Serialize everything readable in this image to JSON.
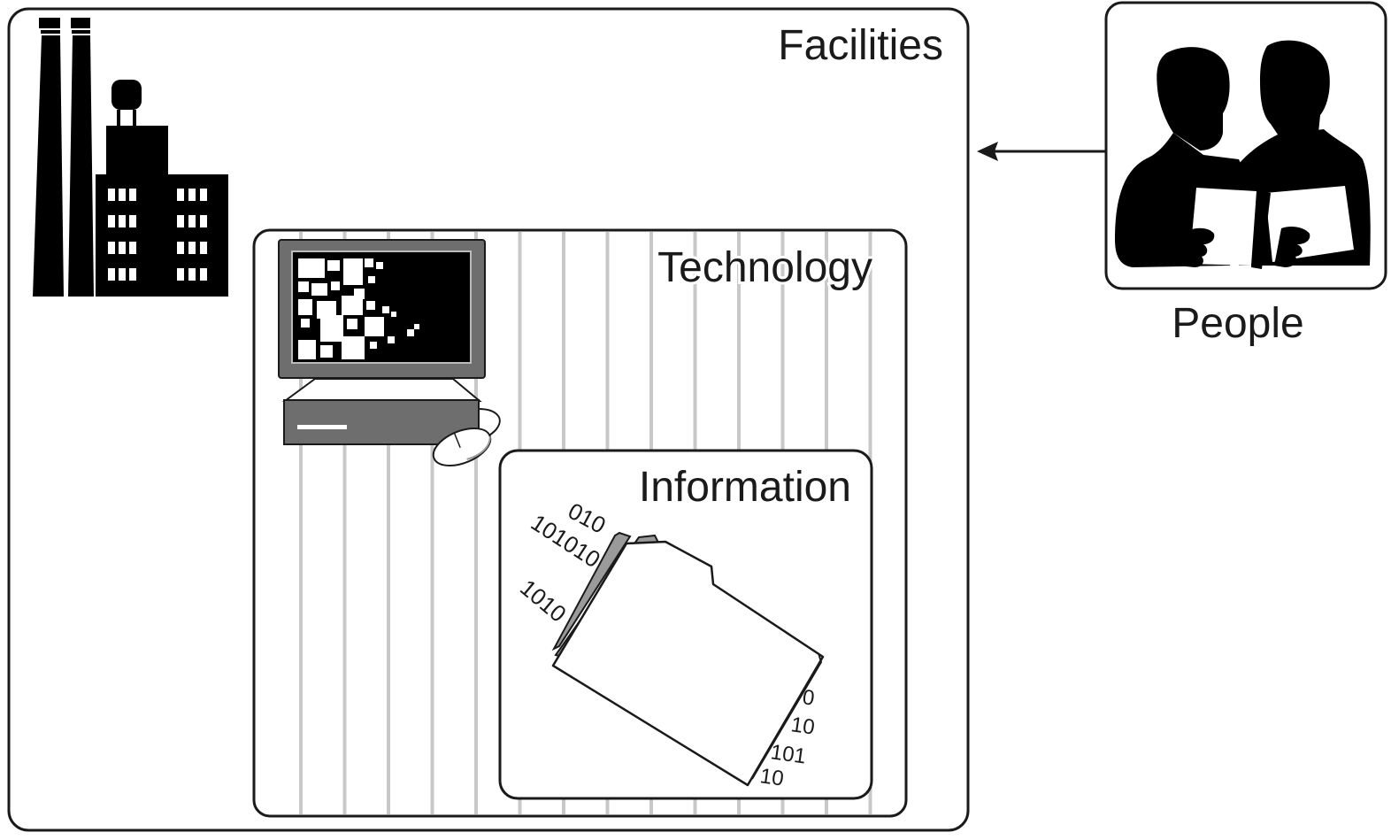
{
  "diagram": {
    "facilities": {
      "label": "Facilities",
      "icon": "factory-icon"
    },
    "technology": {
      "label": "Technology",
      "icon": "desktop-computer-icon"
    },
    "information": {
      "label": "Information",
      "icon": "folder-icon",
      "binary_top": [
        "010",
        "101010",
        "1010"
      ],
      "binary_bottom": [
        "0",
        "10",
        "101",
        "10"
      ]
    },
    "people": {
      "label": "People",
      "icon": "people-icon"
    },
    "arrow": {
      "from": "people",
      "to": "facilities"
    }
  },
  "colors": {
    "stroke": "#1a1a1a",
    "fill": "#000000",
    "stripe": "#c8c8c8",
    "monitor_frame": "#6e6e6e",
    "background": "#ffffff"
  }
}
